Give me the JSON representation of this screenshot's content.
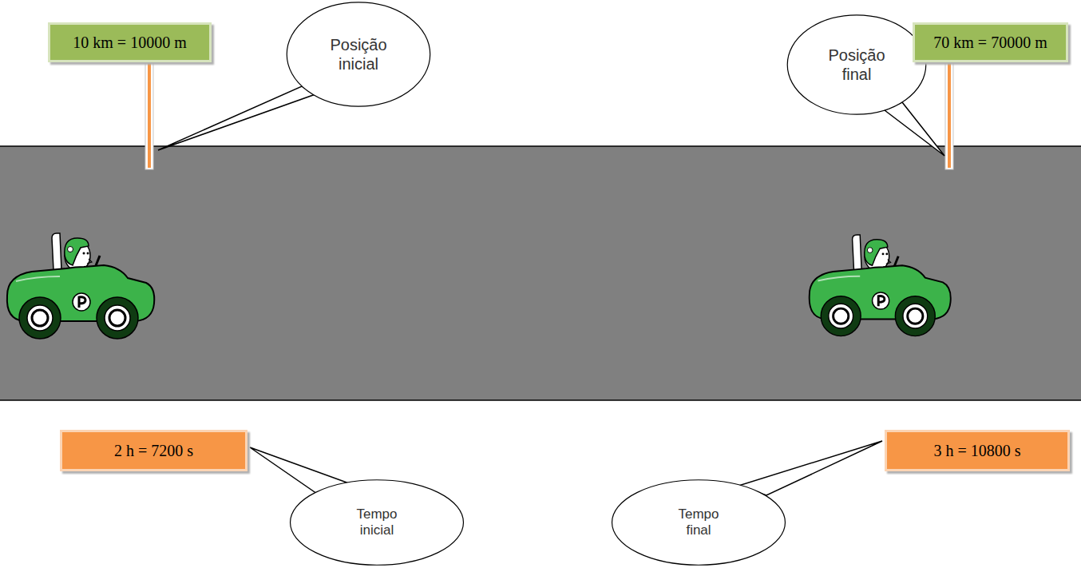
{
  "diagram": {
    "nodes": [
      {
        "text": [
          "10 km = 10000 m"
        ]
      },
      {
        "text": [
          "Posição inicial"
        ]
      },
      {
        "text": [
          "Posição final"
        ]
      },
      {
        "text": [
          "70 km = 70000 m"
        ]
      },
      {
        "text": [
          "2 h = 7200 s"
        ]
      },
      {
        "text": [
          "Tempo inicial"
        ]
      },
      {
        "text": [
          "Tempo final"
        ]
      },
      {
        "text": [
          "3 h = 10800 s"
        ]
      }
    ]
  }
}
